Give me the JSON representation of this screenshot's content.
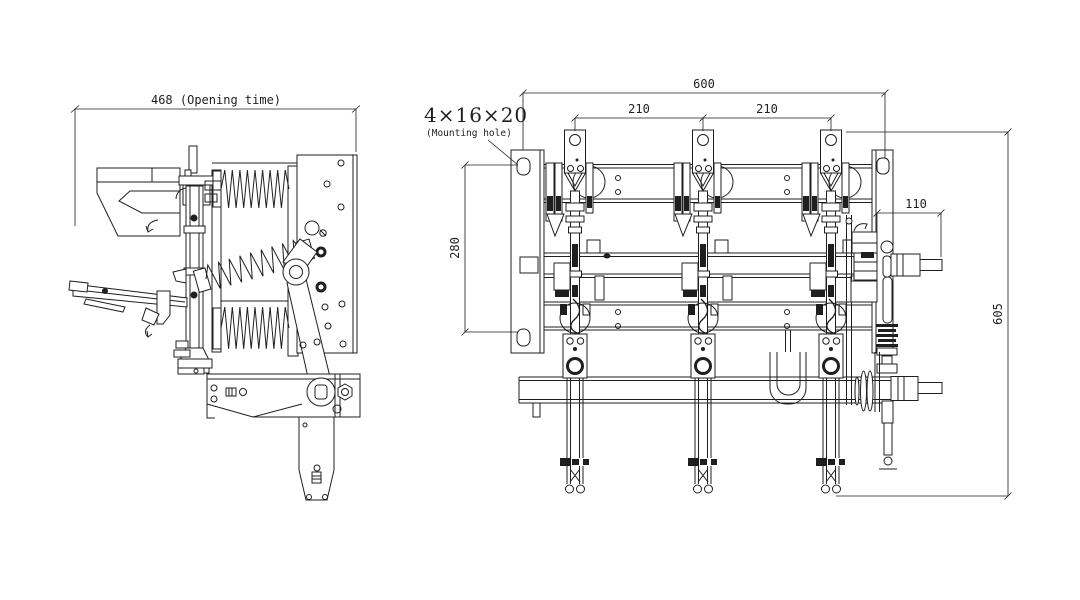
{
  "colors": {
    "background": "#ffffff",
    "ink": "#1f1f1f"
  },
  "dimensions": {
    "opening_time": "468 (Opening time)",
    "overall_width": "600",
    "pole_pitch_left": "210",
    "pole_pitch_right": "210",
    "shaft_length": "110",
    "frame_height": "280",
    "overall_height": "605",
    "mounting_hole_size": "4×16×20",
    "mounting_hole_note": "(Mounting hole)"
  }
}
